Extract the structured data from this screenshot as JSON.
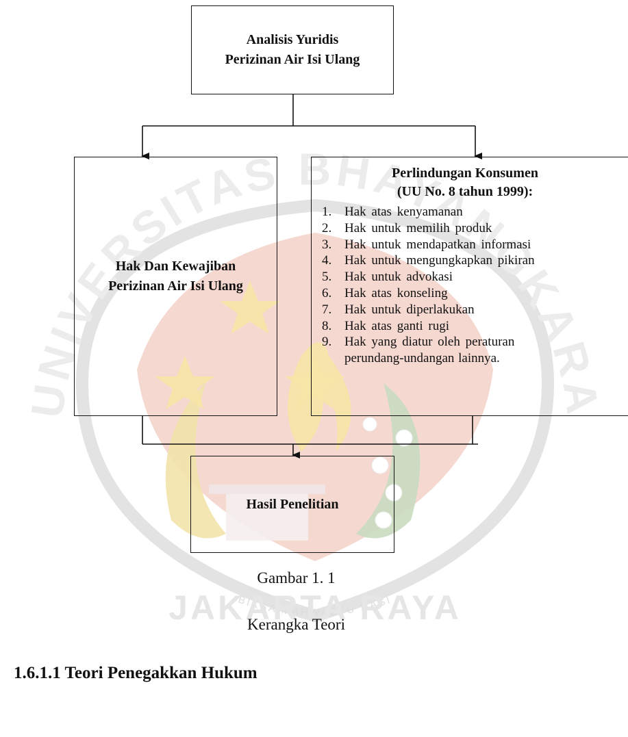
{
  "diagram": {
    "top_box": {
      "line1": "Analisis Yuridis",
      "line2": "Perizinan  Air Isi Ulang"
    },
    "left_box": {
      "line1": "Hak Dan Kewajiban",
      "line2": "Perizinan  Air Isi Ulang"
    },
    "right_box": {
      "title_line1": "Perlindungan  Konsumen",
      "title_line2": "(UU No. 8 tahun  1999):",
      "items": [
        {
          "num": "1.",
          "text": "Hak  atas  kenyamanan"
        },
        {
          "num": "2.",
          "text": "Hak  untuk  memilih  produk"
        },
        {
          "num": "3.",
          "text": "Hak  untuk  mendapatkan  informasi"
        },
        {
          "num": "4.",
          "text": "Hak  untuk  mengungkapkan  pikiran"
        },
        {
          "num": "5.",
          "text": "Hak  untuk  advokasi"
        },
        {
          "num": "6.",
          "text": "Hak  atas  konseling"
        },
        {
          "num": "7.",
          "text": "Hak  untuk  diperlakukan"
        },
        {
          "num": "8.",
          "text": "Hak  atas  ganti  rugi"
        },
        {
          "num": "9.",
          "text": "Hak  yang  diatur  oleh  peraturan"
        }
      ],
      "item9_continuation": "perundang-undangan  lainnya."
    },
    "bottom_box": {
      "label": "Hasil Penelitian"
    }
  },
  "caption": {
    "figure": "Gambar 1. 1",
    "title": "Kerangka Teori"
  },
  "section": {
    "heading": "1.6.1.1 Teori Penegakkan Hukum"
  },
  "watermark": {
    "top_text": "UNIVERSITAS BHAYANGKARA",
    "motto": "BIKSA MAHWASTU DASI",
    "bottom_text": "JAKARTA RAYA"
  },
  "colors": {
    "line": "#111111",
    "watermark_red": "#e9b3a6",
    "watermark_yellow": "#f6e6a6",
    "watermark_green": "#c9dcc0",
    "watermark_text": "#d4d4d4"
  }
}
